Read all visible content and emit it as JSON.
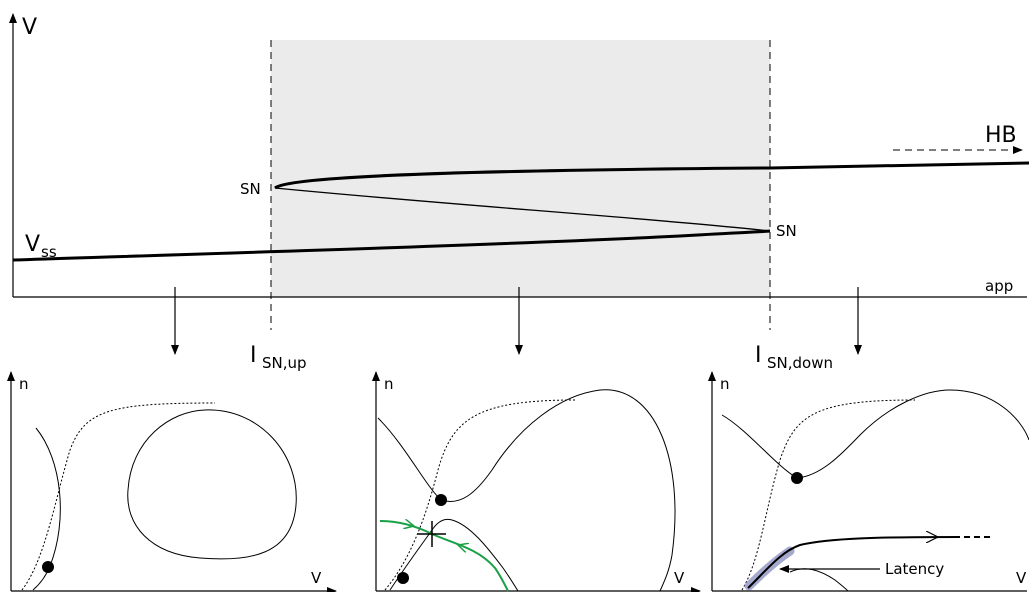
{
  "top": {
    "y_axis_label": "V",
    "x_axis_label": "app",
    "branch_labels": {
      "rest_main": "V",
      "rest_sub": "ss",
      "hb": "HB"
    },
    "sn_left": "SN",
    "sn_right": "SN",
    "i_up_main": "I",
    "i_up_sub": "SN,up",
    "i_down_main": "I",
    "i_down_sub": "SN,down"
  },
  "panels": {
    "left": {
      "y_label": "n",
      "x_label": "V"
    },
    "middle": {
      "y_label": "n",
      "x_label": "V"
    },
    "right": {
      "y_label": "n",
      "x_label": "V",
      "annotation": "Latency"
    }
  },
  "colors": {
    "bistable_region": "#ebebeb",
    "trajectory": "#1aa046",
    "latency_band": "#9aa0c8"
  }
}
